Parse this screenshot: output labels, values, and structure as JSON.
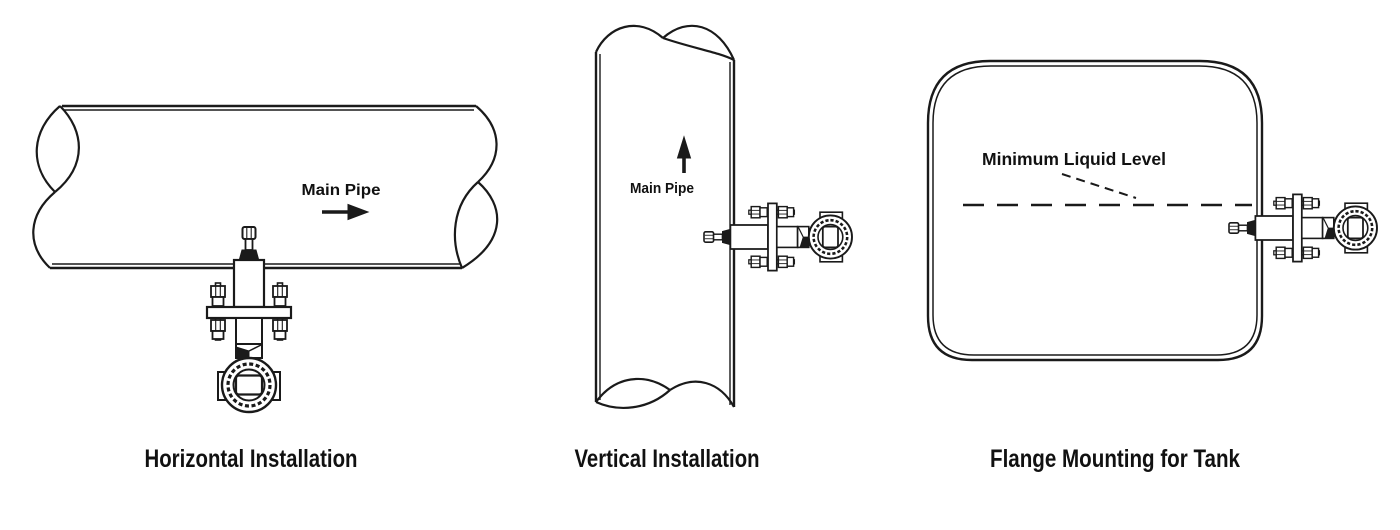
{
  "colors": {
    "background": "#ffffff",
    "line": "#1a1a1a",
    "text": "#111111"
  },
  "diagrams": {
    "horizontal": {
      "caption": "Horizontal Installation",
      "pipe_label": "Main Pipe",
      "flow_direction": "right"
    },
    "vertical": {
      "caption": "Vertical Installation",
      "pipe_label": "Main Pipe",
      "flow_direction": "up"
    },
    "tank": {
      "caption": "Flange Mounting for Tank",
      "level_label": "Minimum Liquid Level"
    }
  }
}
